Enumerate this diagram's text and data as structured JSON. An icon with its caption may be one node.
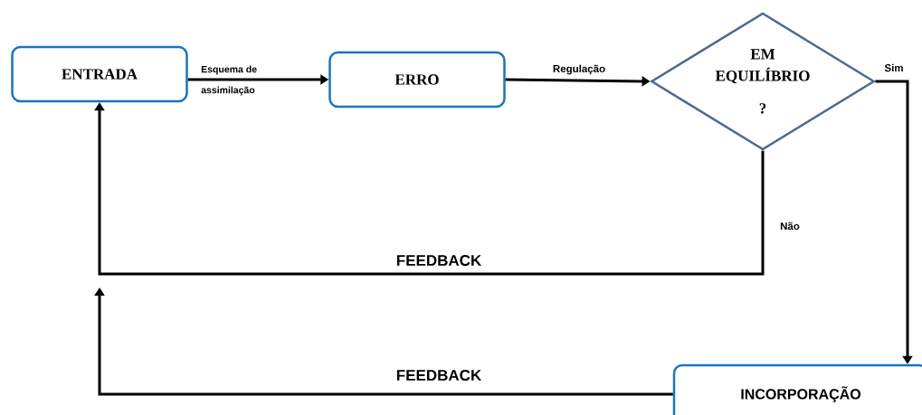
{
  "diagram": {
    "nodes": [
      {
        "text": [
          "ENTRADA"
        ]
      },
      {
        "text": [
          "ERRO"
        ]
      },
      {
        "text": [
          "EM EQUILÍBRIO",
          "?"
        ]
      },
      {
        "text": [
          "INCORPORAÇÃO"
        ]
      }
    ],
    "edges": [
      {
        "from": 0,
        "to": 1,
        "arrow": "to",
        "label": "Esquema de assimilação"
      },
      {
        "from": 1,
        "to": 2,
        "arrow": "to",
        "label": "Regulação"
      },
      {
        "from": 2,
        "to": 3,
        "arrow": "to",
        "label": "Sim"
      },
      {
        "from": 2,
        "to": 0,
        "arrow": "to",
        "label": "Não"
      },
      {
        "from": 3,
        "to": null,
        "arrow": "to",
        "label": "FEEDBACK"
      }
    ],
    "labels": [
      "FEEDBACK"
    ]
  }
}
